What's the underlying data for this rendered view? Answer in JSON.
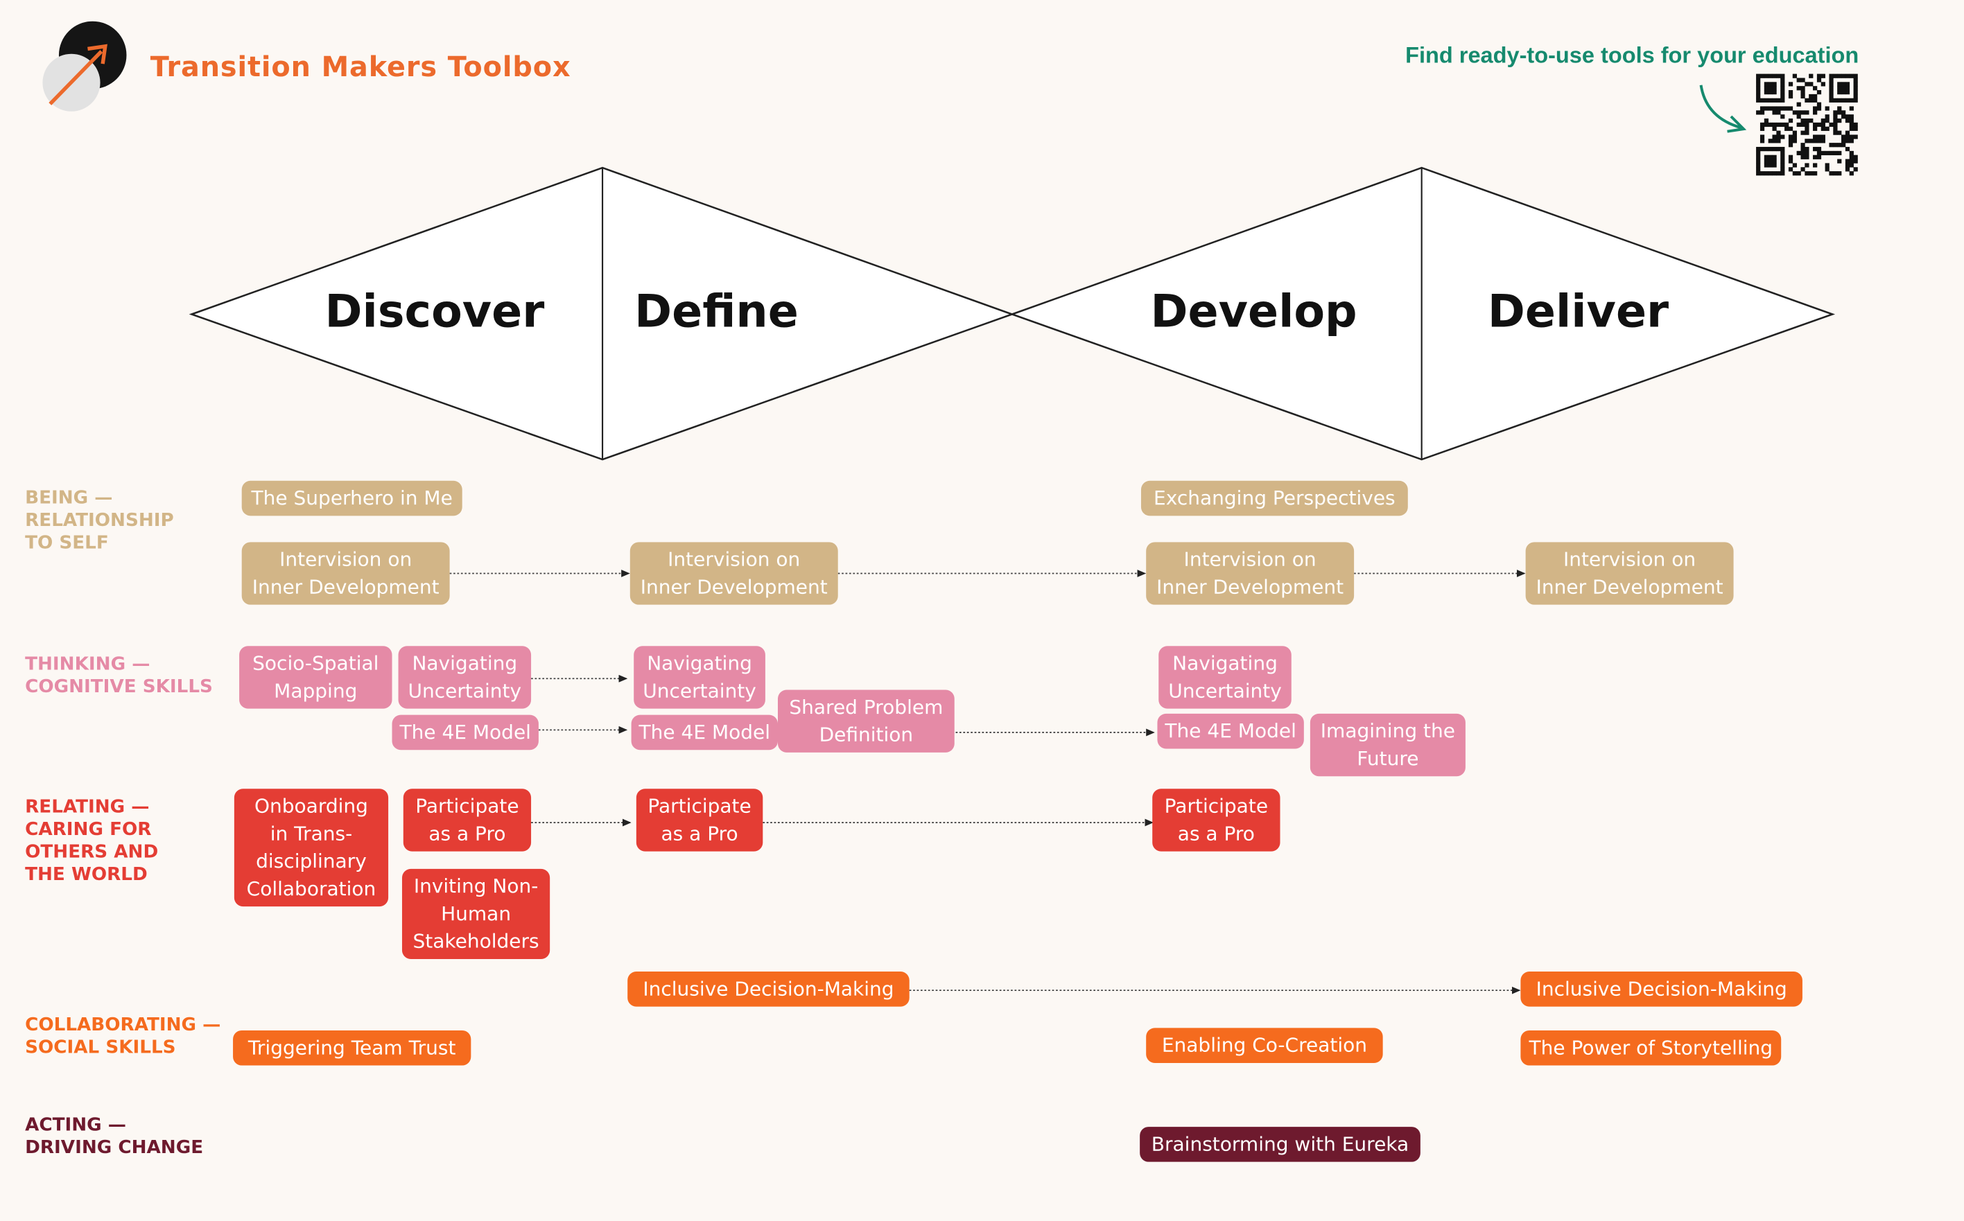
{
  "header": {
    "brand_name": "Transition Makers Toolbox",
    "qr_caption": "Find ready-to-use tools for your education"
  },
  "phases": [
    "Discover",
    "Define",
    "Develop",
    "Deliver"
  ],
  "colors": {
    "being": "#d2b587",
    "thinking": "#e58aa6",
    "relating": "#e43d34",
    "collaborating": "#f56b1e",
    "acting": "#6e1a2e",
    "brand": "#ec6a2c",
    "qr_caption": "#168a6e"
  },
  "rows": {
    "being": {
      "label": [
        "BEING —",
        "RELATIONSHIP",
        "TO SELF"
      ]
    },
    "thinking": {
      "label": [
        "THINKING —",
        "COGNITIVE SKILLS"
      ]
    },
    "relating": {
      "label": [
        "RELATING —",
        "CARING FOR",
        "OTHERS AND",
        "THE WORLD"
      ]
    },
    "collaborating": {
      "label": [
        "COLLABORATING —",
        "SOCIAL SKILLS"
      ]
    },
    "acting": {
      "label": [
        "ACTING —",
        "DRIVING CHANGE"
      ]
    }
  },
  "tools": {
    "superhero": "The Superhero in Me",
    "exchanging": "Exchanging Perspectives",
    "intervision": [
      "Intervision on",
      "Inner Development"
    ],
    "socio_spatial": [
      "Socio-Spatial",
      "Mapping"
    ],
    "navigating": [
      "Navigating",
      "Uncertainty"
    ],
    "four_e": "The 4E Model",
    "shared_problem": [
      "Shared Problem",
      "Definition"
    ],
    "imagining": [
      "Imagining the",
      "Future"
    ],
    "onboarding": [
      "Onboarding",
      "in Trans-",
      "disciplinary",
      "Collaboration"
    ],
    "participate": [
      "Participate",
      "as a Pro"
    ],
    "inviting": [
      "Inviting Non-",
      "Human",
      "Stakeholders"
    ],
    "inclusive": "Inclusive Decision-Making",
    "team_trust": "Triggering Team Trust",
    "co_creation": "Enabling Co-Creation",
    "storytelling": "The Power of Storytelling",
    "brainstorming": "Brainstorming with Eureka"
  }
}
